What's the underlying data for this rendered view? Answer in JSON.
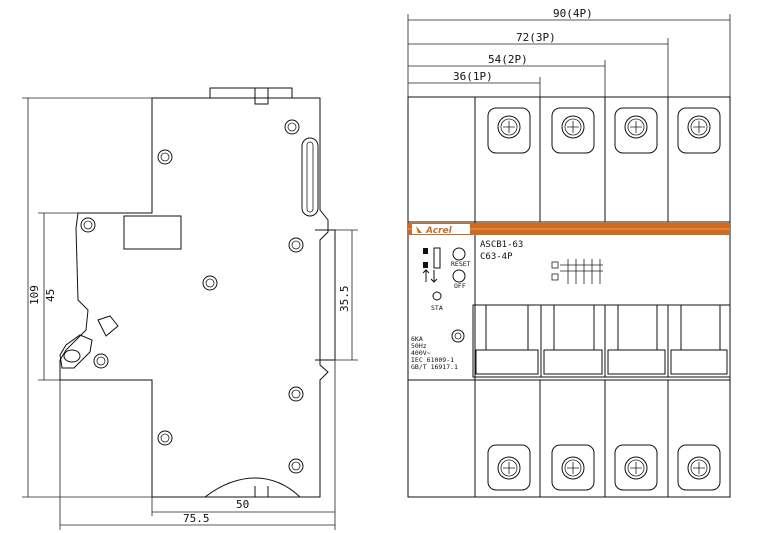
{
  "colors": {
    "brand_band": "#d2691e",
    "line": "#111111",
    "background": "#ffffff"
  },
  "side_view": {
    "dimensions": {
      "height_total": "109",
      "height_mid": "45",
      "rail_height": "35.5",
      "depth_inner": "50",
      "depth_total": "75.5"
    }
  },
  "front_view": {
    "dimensions": {
      "w4p": "90(4P)",
      "w3p": "72(3P)",
      "w2p": "54(2P)",
      "w1p": "36(1P)"
    },
    "brand": "Acrel",
    "model": "ASCB1-63",
    "rating": "C63-4P",
    "reset_label": "RESET",
    "off_label": "OFF",
    "sta_label": "STA",
    "specs": [
      "6KA",
      "50Hz",
      "400V~",
      "IEC 61009-1",
      "GB/T 16917.1"
    ]
  }
}
